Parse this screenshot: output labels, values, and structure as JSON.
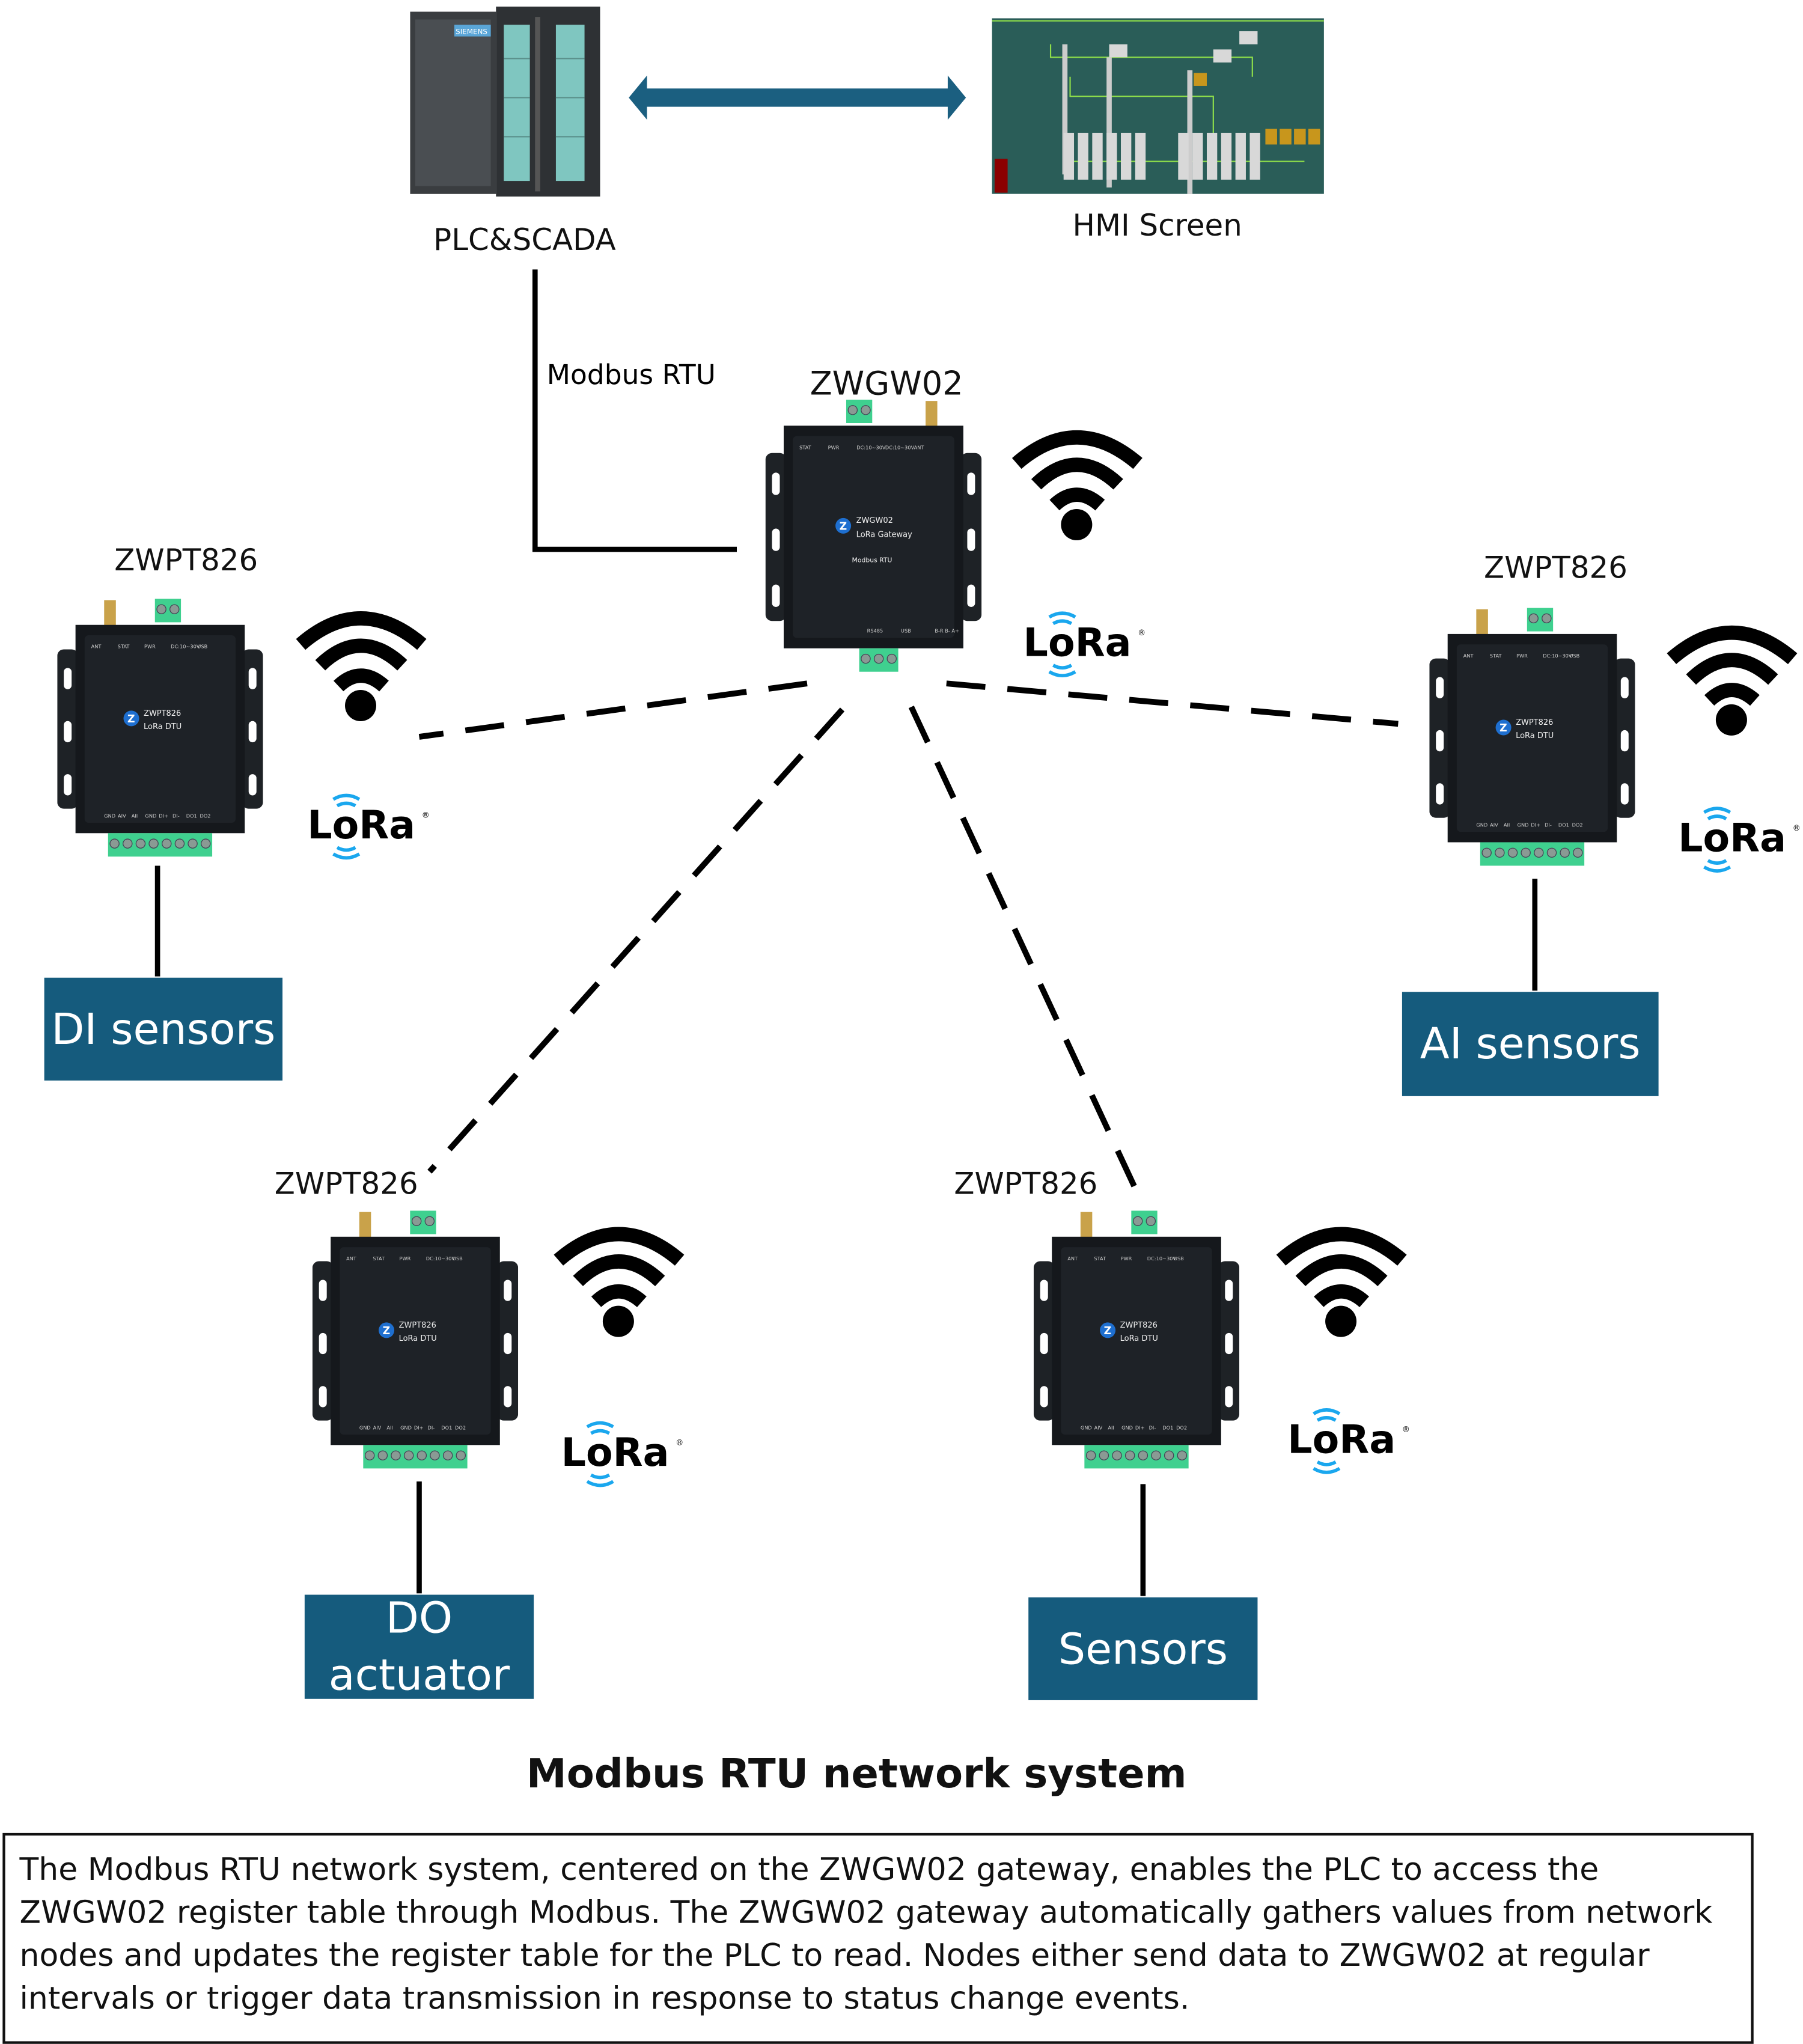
{
  "top": {
    "plc_label": "PLC&SCADA",
    "plc_brand": "SIEMENS",
    "hmi_label": "HMI Screen",
    "link_label": "Modbus RTU"
  },
  "gateway": {
    "name": "ZWGW02",
    "device_line1": "ZWGW02",
    "device_line2": "LoRa Gateway",
    "device_line3": "Modbus RTU",
    "top_ports": [
      "STAT",
      "PWR",
      "DC:10~30V",
      "DC:10~30V",
      "ANT"
    ],
    "bottom_ports": [
      "RS485",
      "USB",
      "B-R  B-  A+"
    ]
  },
  "nodes": [
    {
      "name": "ZWPT826",
      "target": "DI sensors"
    },
    {
      "name": "ZWPT826",
      "target": "AI sensors"
    },
    {
      "name": "ZWPT826",
      "target": "DO actuator"
    },
    {
      "name": "ZWPT826",
      "target": "Sensors"
    }
  ],
  "node_device": {
    "line1": "ZWPT826",
    "line2": "LoRa DTU",
    "top_ports": [
      "ANT",
      "STAT",
      "PWR",
      "DC:10~30V",
      "USB"
    ],
    "bottom_ports": [
      "GND",
      "AIV",
      "AII",
      "GND",
      "DI+",
      "DI-",
      "DO1",
      "DO2"
    ]
  },
  "lora_logo": "LoRa",
  "colors": {
    "accent_box": "#155b7d",
    "arrow": "#1b5f80",
    "terminal_green": "#3fd08f",
    "lora_blue": "#1aa7ee",
    "hmi_bg": "#2a5d58"
  },
  "icons": [
    "wifi-signal-icon",
    "lora-logo-icon",
    "zlogo-icon",
    "double-arrow-icon"
  ],
  "footer": {
    "title": "Modbus RTU network system",
    "description": "The Modbus RTU network system, centered on the ZWGW02 gateway, enables the PLC to access the ZWGW02 register table through Modbus. The ZWGW02 gateway automatically gathers values from network nodes and updates the register table for the PLC to read. Nodes either send data to ZWGW02 at regular intervals or trigger data transmission in response to status change events."
  }
}
